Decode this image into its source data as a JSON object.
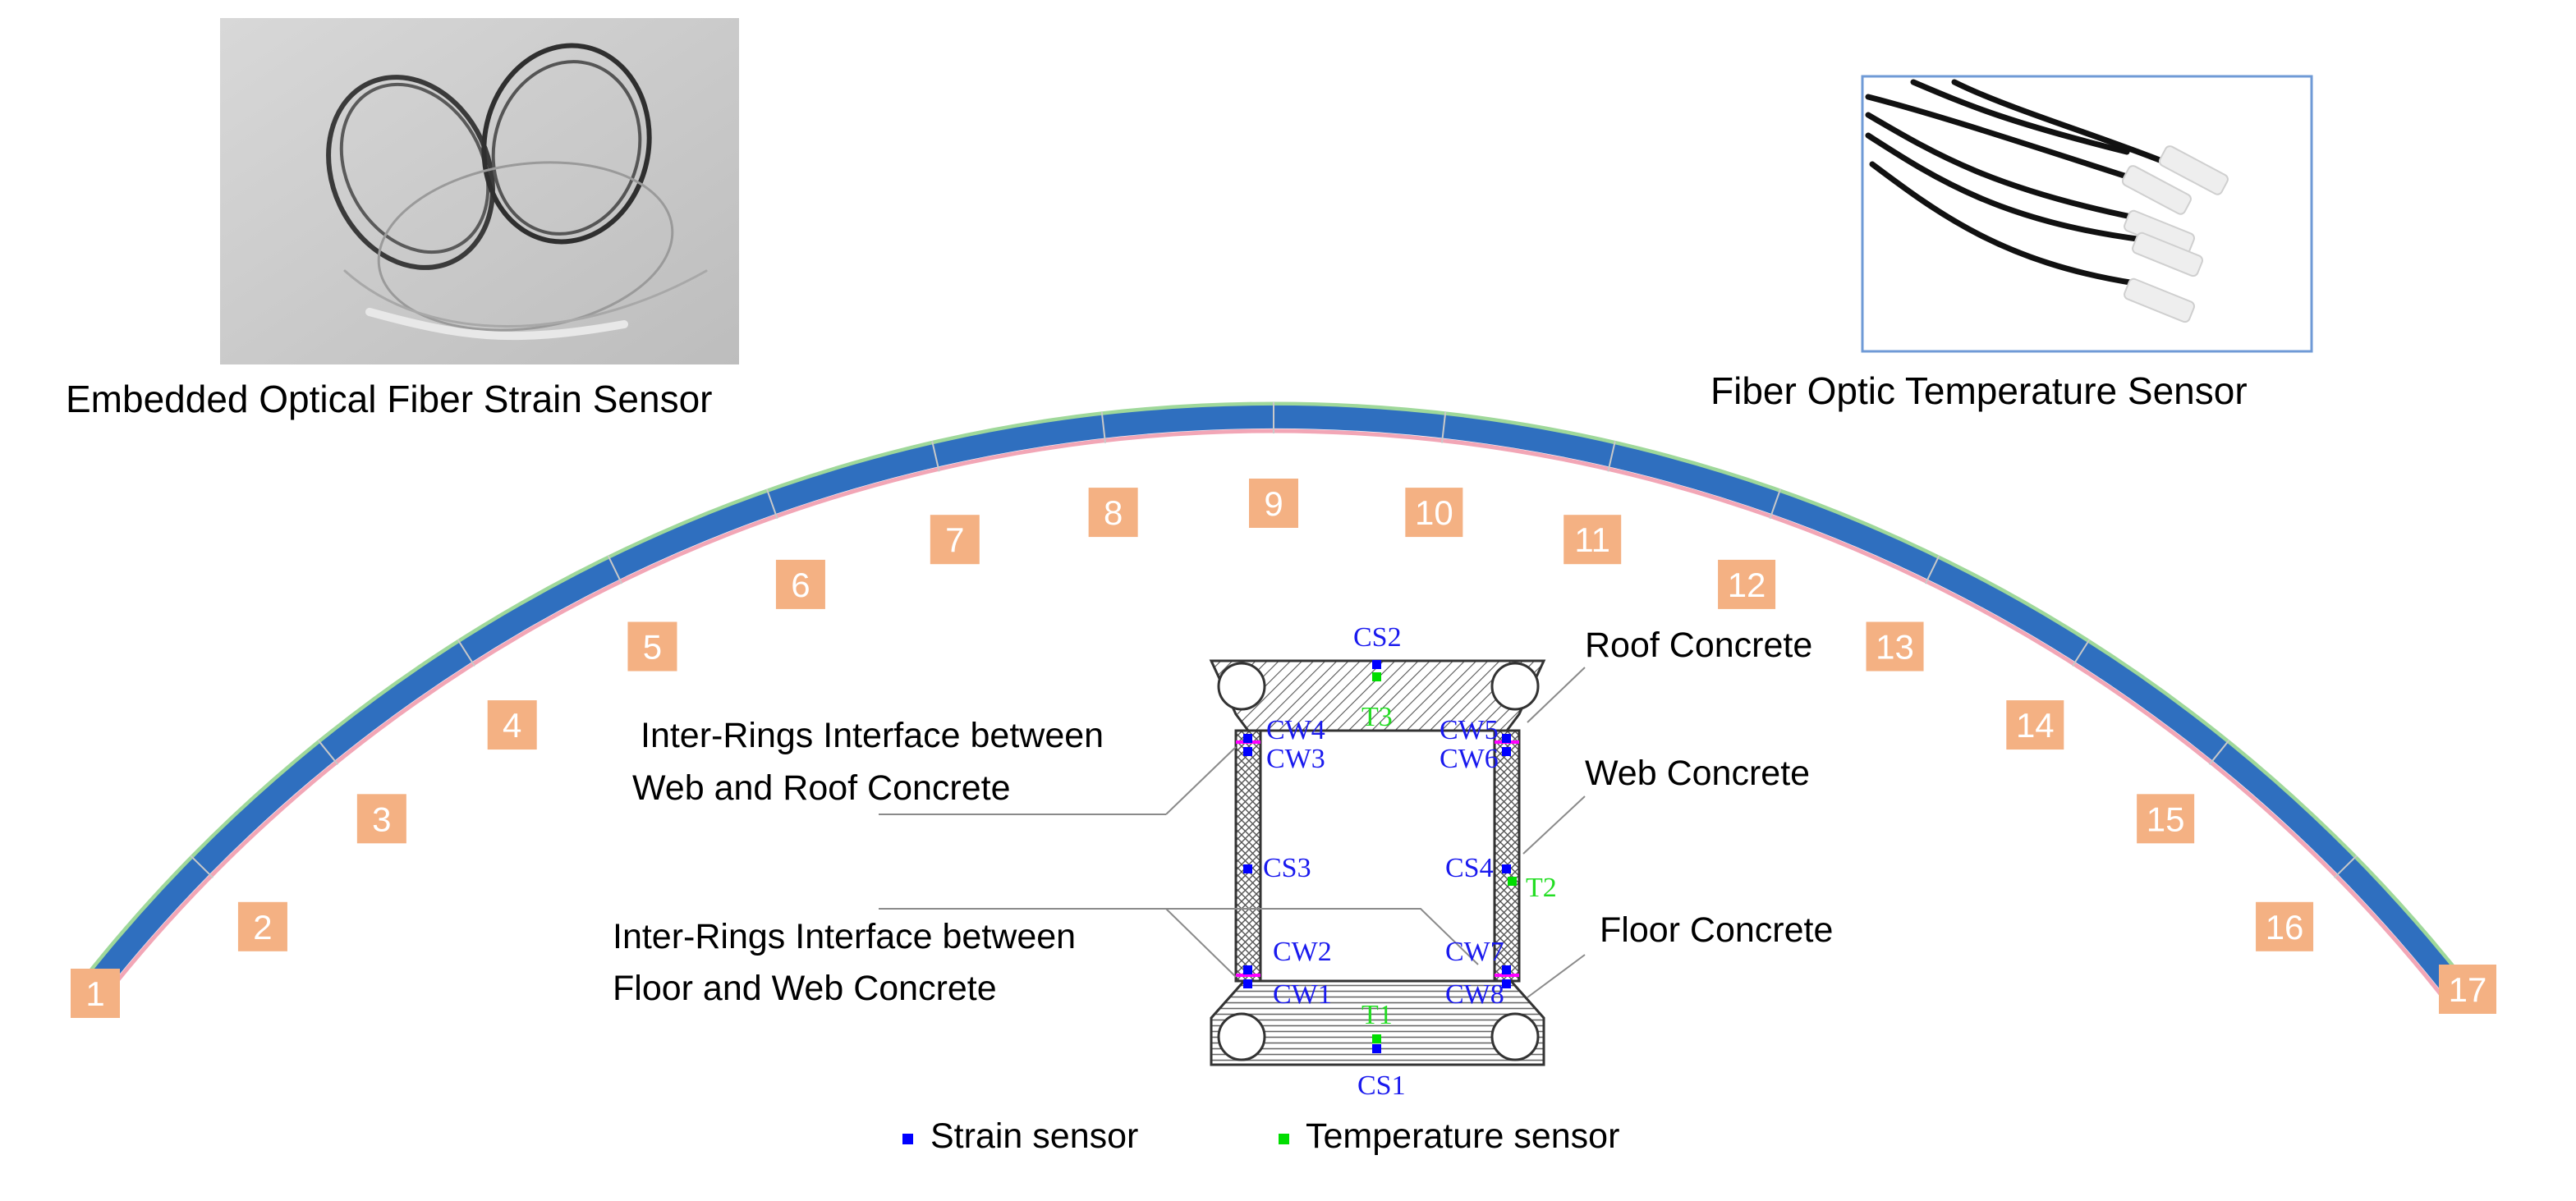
{
  "captions": {
    "strain_sensor_photo": "Embedded Optical Fiber Strain Sensor",
    "temperature_sensor_photo": "Fiber Optic Temperature Sensor"
  },
  "segments": [
    "1",
    "2",
    "3",
    "4",
    "5",
    "6",
    "7",
    "8",
    "9",
    "10",
    "11",
    "12",
    "13",
    "14",
    "15",
    "16",
    "17"
  ],
  "section_labels": {
    "roof_concrete": "Roof Concrete",
    "web_concrete": "Web Concrete",
    "floor_concrete": "Floor Concrete",
    "interface_web_roof": [
      "Inter-Rings Interface between",
      "Web and Roof Concrete"
    ],
    "interface_floor_web": [
      "Inter-Rings Interface between",
      "Floor and Web Concrete"
    ]
  },
  "sensors": {
    "strain": [
      "CS1",
      "CS2",
      "CS3",
      "CS4",
      "CW1",
      "CW2",
      "CW3",
      "CW4",
      "CW5",
      "CW6",
      "CW7",
      "CW8"
    ],
    "temperature": [
      "T1",
      "T2",
      "T3"
    ]
  },
  "legend": {
    "strain": "Strain sensor",
    "temperature": "Temperature sensor"
  },
  "colors": {
    "arch_fill": "#2f6fbf",
    "arch_inner_line": "#f2a6b6",
    "arch_outer_line": "#9fd89a",
    "segment_box": "#f4b183",
    "segment_text": "#ffffff",
    "strain_sensor": "#0000ff",
    "temperature_sensor": "#00dd00",
    "interface_marker": "#ff00ff"
  }
}
